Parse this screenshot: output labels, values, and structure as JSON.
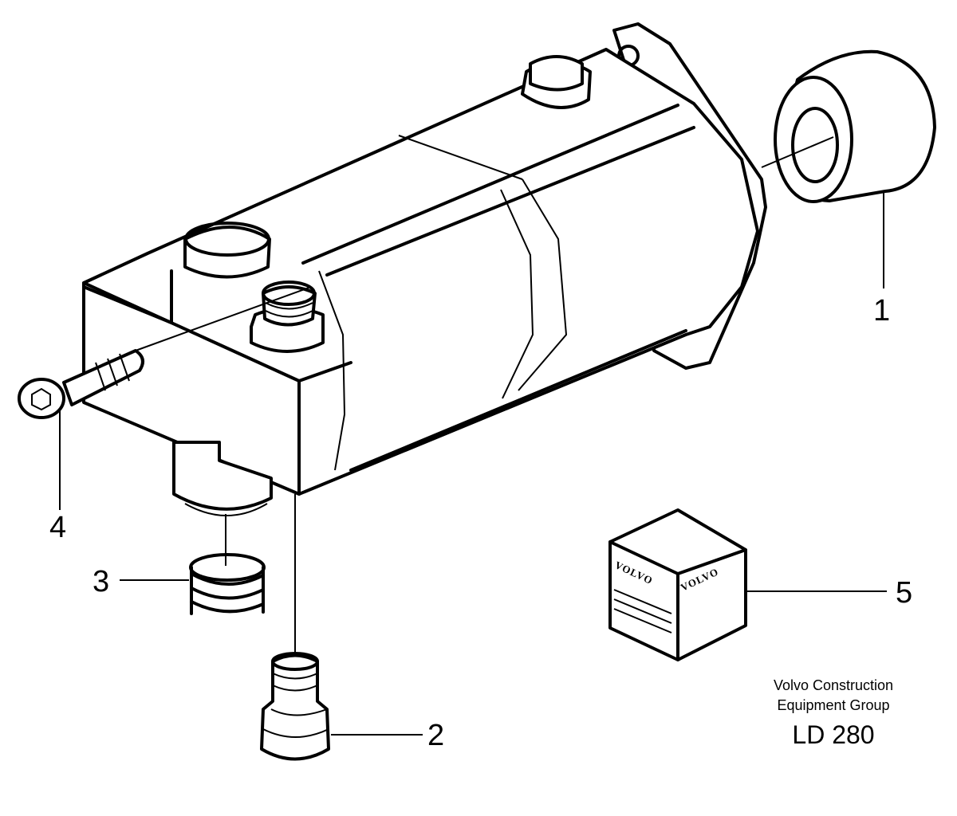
{
  "callouts": {
    "c1": "1",
    "c2": "2",
    "c3": "3",
    "c4": "4",
    "c5": "5"
  },
  "credit": {
    "line1": "Volvo Construction",
    "line2": "Equipment Group",
    "doc_number": "LD 280"
  },
  "box_brand": "VOLVO"
}
